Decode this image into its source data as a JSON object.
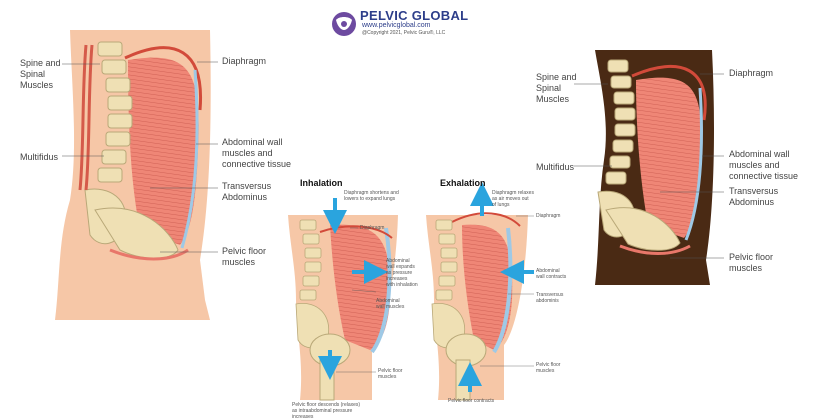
{
  "logo": {
    "brand": "PELVIC GLOBAL",
    "url": "www.pelvicglobal.com",
    "copyright": "@Copyright 2021, Pelvic Guru®, LLC"
  },
  "left_panel": {
    "spine": "Spine and\nSpinal\nMuscles",
    "multifidus": "Multifidus",
    "diaphragm": "Diaphragm",
    "abdominal": "Abdominal wall\nmuscles and\nconnective tissue",
    "transversus": "Transversus\nAbdominus",
    "pelvic": "Pelvic floor\nmuscles"
  },
  "right_panel": {
    "spine": "Spine and\nSpinal\nMuscles",
    "multifidus": "Multifidus",
    "diaphragm": "Diaphragm",
    "abdominal": "Abdominal wall\nmuscles and\nconnective tissue",
    "transversus": "Transversus\nAbdominus",
    "pelvic": "Pelvic floor\nmuscles"
  },
  "inhalation": {
    "title": "Inhalation",
    "diaphragm_note": "Diaphragm shortens and\nlowers to expand lungs",
    "diaphragm": "Diaphragm",
    "abdominal_note": "Abdominal\nwall expands\nas pressure\nincreases\nwith inhalation",
    "abdominal": "Abdominal\nwall muscles",
    "pelvic": "Pelvic floor\nmuscles",
    "pelvic_note": "Pelvic floor descends (relaxes)\nas intraabdominal pressure\nincreases"
  },
  "exhalation": {
    "title": "Exhalation",
    "diaphragm_note": "Diaphragm relaxes\nas air moves out\nof lungs",
    "diaphragm": "Diaphragm",
    "abdominal": "Abdominal\nwall contracts",
    "transversus": "Transversus\nabdominis",
    "pelvic": "Pelvic floor\nmuscles",
    "pelvic_note": "Pelvic floor contracts"
  },
  "colors": {
    "skin": "#f6c7a7",
    "muscle": "#e8776a",
    "bone": "#efe0b4",
    "dark_body": "#4a2a14",
    "arrow": "#2aa4de",
    "fascia": "#9ec9e6"
  }
}
